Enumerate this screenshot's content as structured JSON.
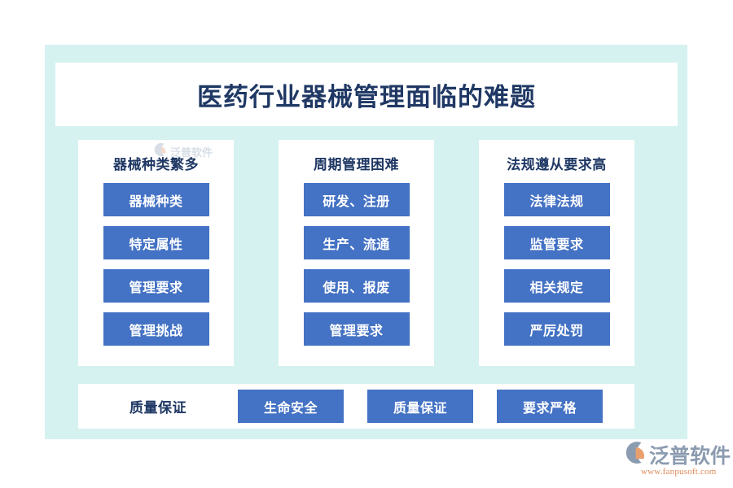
{
  "theme": {
    "panel_bg": "#d5f2f0",
    "card_bg": "#ffffff",
    "accent_blue": "#4472c4",
    "heading_navy": "#1f3864",
    "page_bg": "#ffffff",
    "brand_grey": "#8b9bb0",
    "brand_orange": "#e08a5a"
  },
  "header": {
    "title": "医药行业器械管理面临的难题"
  },
  "columns": [
    {
      "heading": "器械种类繁多",
      "items": [
        "器械种类",
        "特定属性",
        "管理要求",
        "管理挑战"
      ]
    },
    {
      "heading": "周期管理困难",
      "items": [
        "研发、注册",
        "生产、流通",
        "使用、报废",
        "管理要求"
      ]
    },
    {
      "heading": "法规遵从要求高",
      "items": [
        "法律法规",
        "监管要求",
        "相关规定",
        "严厉处罚"
      ]
    }
  ],
  "bottom_bar": {
    "label": "质量保证",
    "items": [
      "生命安全",
      "质量保证",
      "要求严格"
    ]
  },
  "watermark": {
    "text": "泛普软件",
    "icon": "fanpu-logo-icon"
  },
  "brand": {
    "name": "泛普软件",
    "url": "www.fanpusoft.com",
    "icon": "fanpu-logo-icon"
  }
}
